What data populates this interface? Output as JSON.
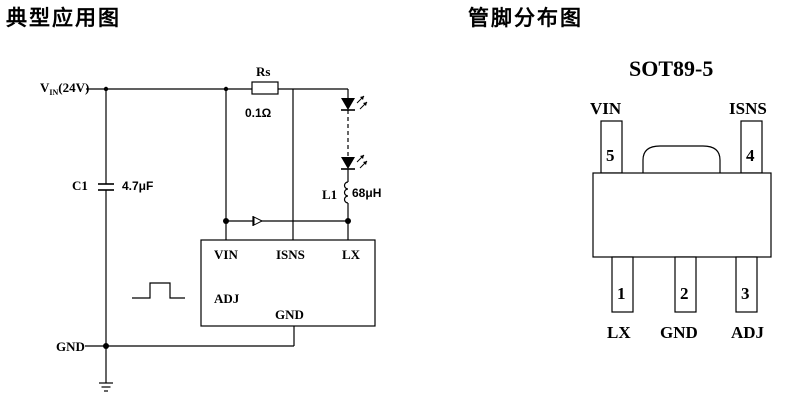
{
  "headings": {
    "typical_application": "典型应用图",
    "pin_distribution": "管脚分布图"
  },
  "schematic": {
    "vin_label": "VIN(24V)",
    "vin_main": "V",
    "vin_sub": "IN",
    "vin_tail": "(24V)",
    "rs_label": "Rs",
    "rs_value": "0.1Ω",
    "c1_label": "C1",
    "c1_value": "4.7μF",
    "l1_label": "L1",
    "l1_value": "68μH",
    "gnd_label": "GND",
    "ic_pins": {
      "vin": "VIN",
      "isns": "ISNS",
      "lx": "LX",
      "adj": "ADJ",
      "gnd": "GND"
    }
  },
  "package": {
    "title": "SOT89-5",
    "top_pins": [
      {
        "name": "VIN",
        "number": "5"
      },
      {
        "name": "ISNS",
        "number": "4"
      }
    ],
    "bottom_pins": [
      {
        "name": "LX",
        "number": "1"
      },
      {
        "name": "GND",
        "number": "2"
      },
      {
        "name": "ADJ",
        "number": "3"
      }
    ]
  }
}
